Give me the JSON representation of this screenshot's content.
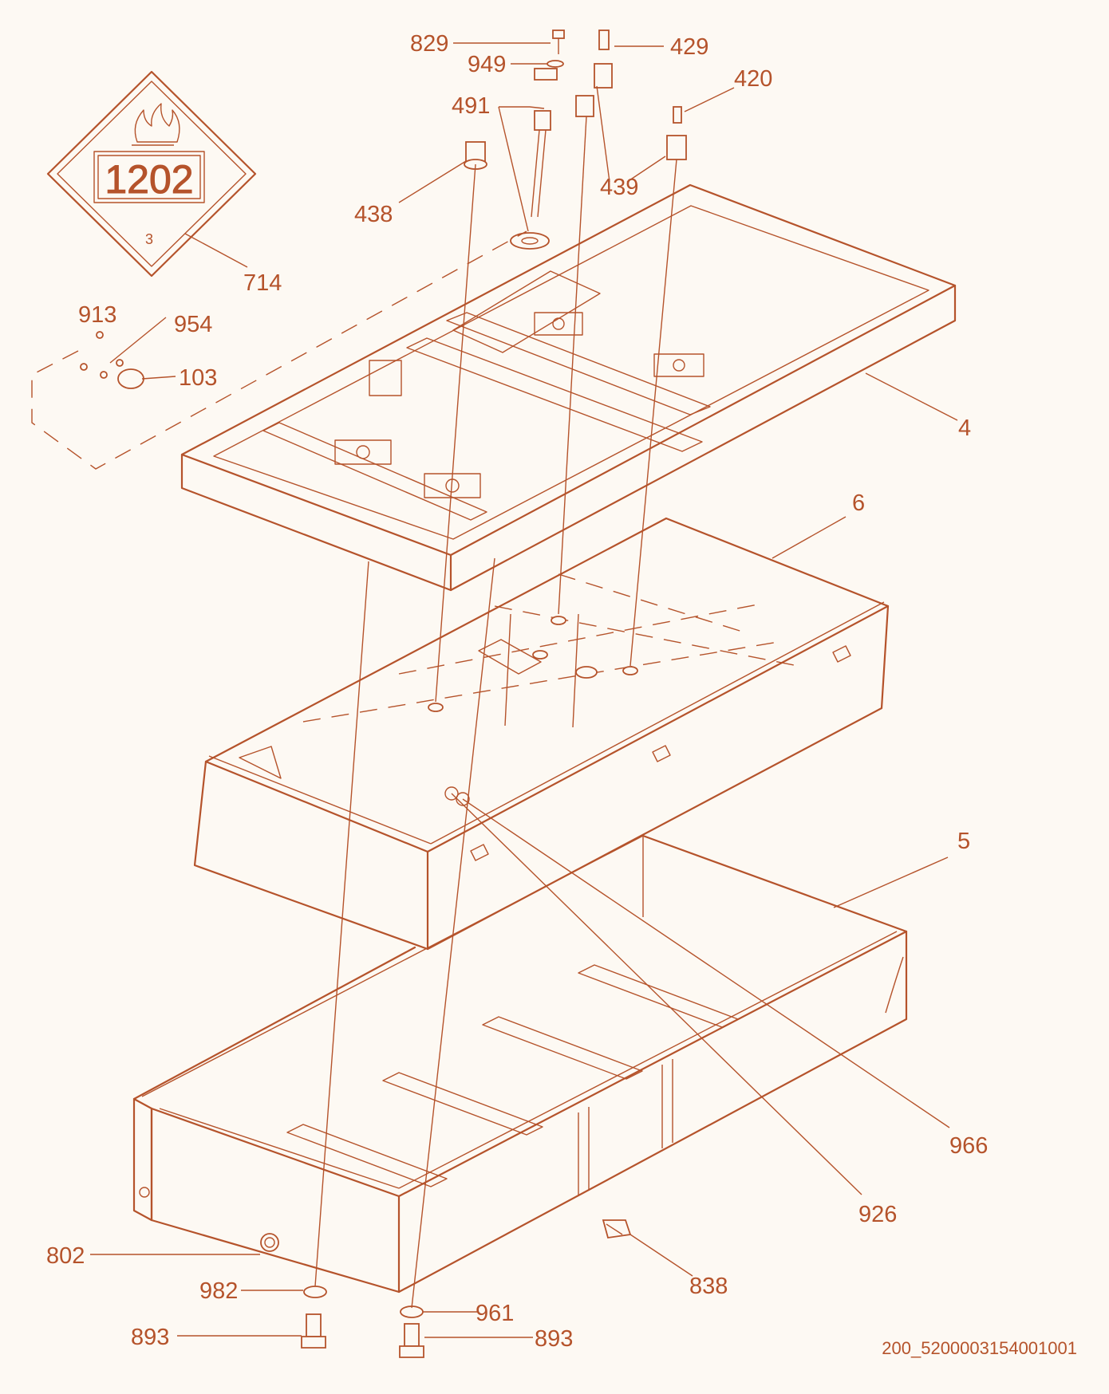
{
  "placard": {
    "un_number": "1202",
    "hazard_class": "3"
  },
  "callouts": {
    "p829": "829",
    "p949": "949",
    "p429": "429",
    "p420": "420",
    "p491": "491",
    "p439": "439",
    "p438": "438",
    "p714": "714",
    "p913": "913",
    "p954": "954",
    "p103": "103",
    "p4": "4",
    "p6": "6",
    "p5": "5",
    "p966": "966",
    "p926": "926",
    "p802": "802",
    "p982": "982",
    "p961": "961",
    "p893a": "893",
    "p893b": "893",
    "p838": "838"
  },
  "drawing_number": "200_5200003154001001",
  "colors": {
    "line": "#b5532b",
    "background": "#fdf9f3"
  }
}
